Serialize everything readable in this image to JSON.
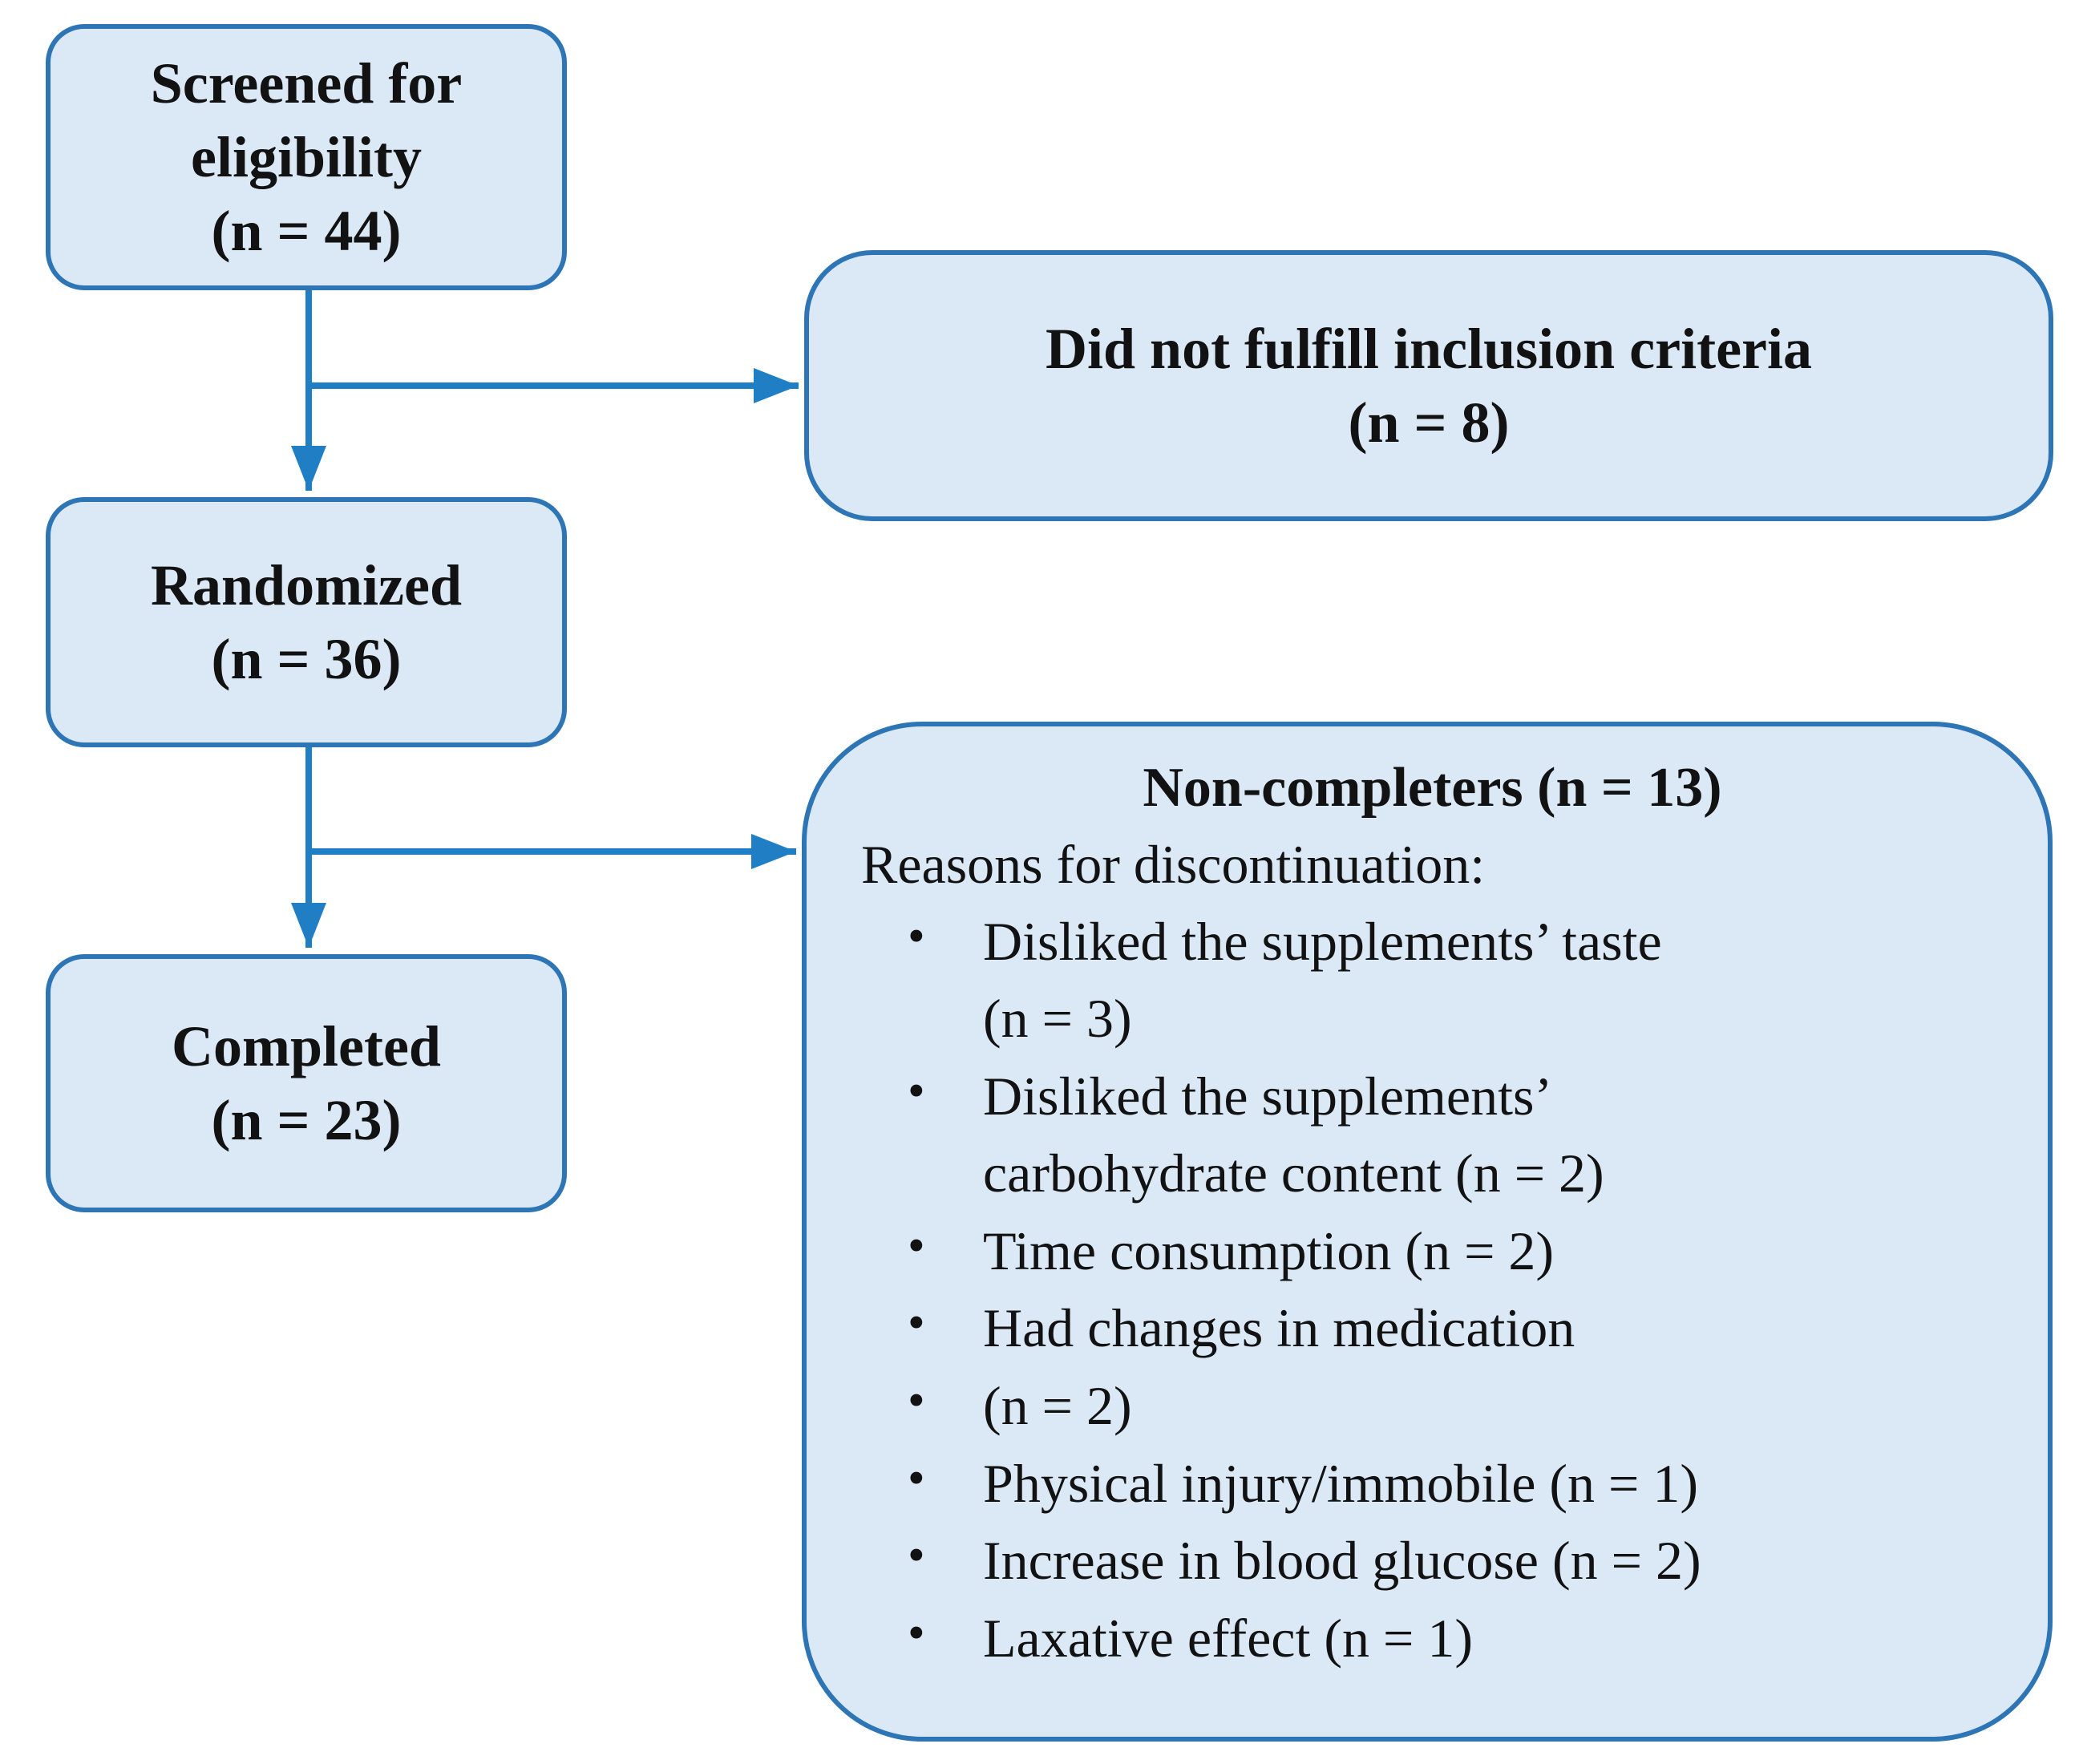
{
  "colors": {
    "box_fill": "#dbe9f6",
    "box_border": "#2e75b6",
    "arrow": "#1f7ec4"
  },
  "boxes": {
    "screened": {
      "title": "Screened for eligibility",
      "count": "(n = 44)"
    },
    "excluded": {
      "title": "Did not fulfill inclusion criteria",
      "count": "(n = 8)"
    },
    "randomized": {
      "title": "Randomized",
      "count": "(n = 36)"
    },
    "completed": {
      "title": "Completed",
      "count": "(n = 23)"
    },
    "non_completers": {
      "title": "Non-completers (n = 13)",
      "subtitle": "Reasons for discontinuation:",
      "reasons": [
        {
          "lines": [
            "Disliked the supplements’ taste",
            "(n = 3)"
          ]
        },
        {
          "lines": [
            "Disliked the supplements’",
            "carbohydrate content (n = 2)"
          ]
        },
        {
          "lines": [
            "Time consumption (n = 2)"
          ]
        },
        {
          "lines": [
            "Had changes in medication"
          ]
        },
        {
          "lines": [
            "(n = 2)"
          ]
        },
        {
          "lines": [
            "Physical injury/immobile (n = 1)"
          ]
        },
        {
          "lines": [
            "Increase in blood glucose (n = 2)"
          ]
        },
        {
          "lines": [
            "Laxative effect (n = 1)"
          ]
        }
      ]
    }
  }
}
